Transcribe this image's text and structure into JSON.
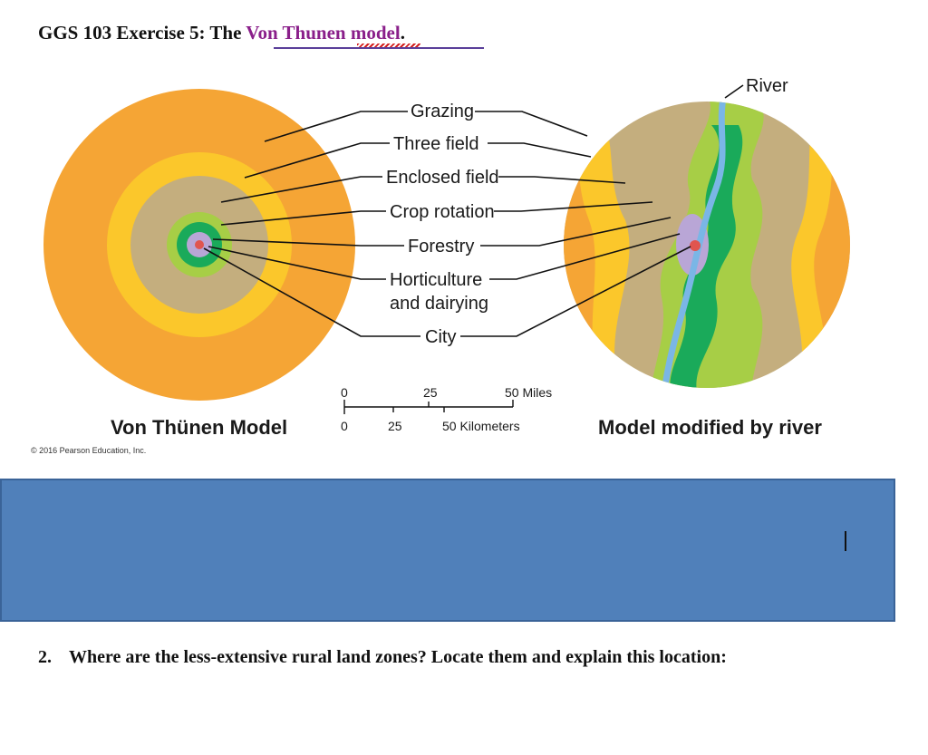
{
  "header": {
    "prefix": "GGS 103 Exercise 5: The ",
    "link_text": "Von Thunen model",
    "suffix": "."
  },
  "figure": {
    "zone_labels": [
      "Grazing",
      "Three field",
      "Enclosed field",
      "Crop rotation",
      "Forestry",
      "Horticulture",
      "and dairying",
      "City"
    ],
    "river_label": "River",
    "left_caption": "Von Thünen Model",
    "right_caption": "Model modified by river",
    "copyright": "© 2016 Pearson Education, Inc.",
    "scale": {
      "miles_ticks": [
        "0",
        "25",
        "50 Miles"
      ],
      "km_ticks": [
        "0",
        "25",
        "50 Kilometers"
      ]
    },
    "colors": {
      "grazing": "#f5a535",
      "three_field": "#fbc72b",
      "enclosed_field": "#c4ae7e",
      "crop_rotation": "#a7ce46",
      "forestry": "#1aaa5a",
      "horticulture": "#b9a6d6",
      "city": "#e0554f",
      "river": "#7ab6e6"
    }
  },
  "answer_box": {
    "color": "#5080ba"
  },
  "question": {
    "number": "2.",
    "text": "Where are the less-extensive rural land zones? Locate them and explain this location:"
  }
}
